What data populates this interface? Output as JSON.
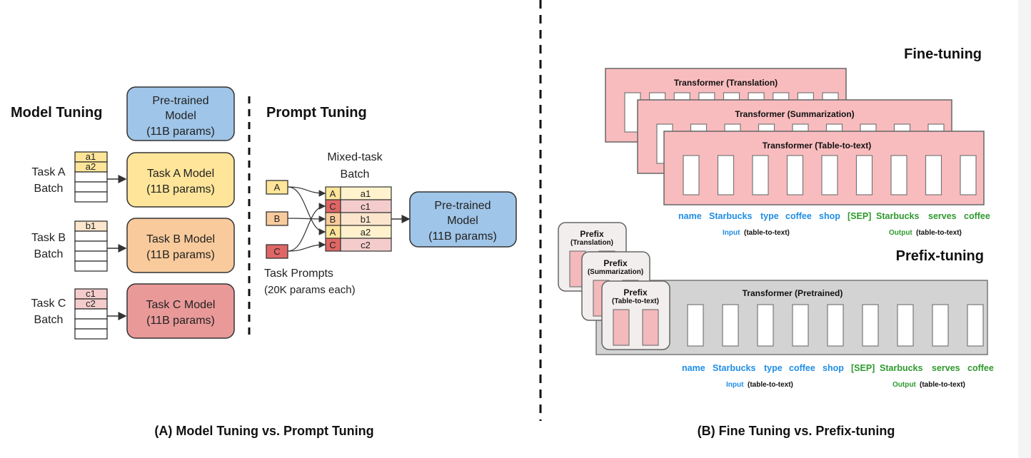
{
  "left": {
    "model_tuning_title": "Model Tuning",
    "prompt_tuning_title": "Prompt Tuning",
    "pretrained_model": [
      "Pre-trained",
      "Model",
      "(11B params)"
    ],
    "tasks": [
      {
        "label": [
          "Task A",
          "Batch"
        ],
        "rows": [
          "a1",
          "a2"
        ],
        "model": [
          "Task A Model",
          "(11B params)"
        ],
        "color": "#ffe599",
        "row_color": "#ffe599"
      },
      {
        "label": [
          "Task B",
          "Batch"
        ],
        "rows": [
          "b1"
        ],
        "model": [
          "Task B Model",
          "(11B params)"
        ],
        "color": "#f9cb9c",
        "row_color": "#fce5cd"
      },
      {
        "label": [
          "Task C",
          "Batch"
        ],
        "rows": [
          "c1",
          "c2"
        ],
        "model": [
          "Task C Model",
          "(11B params)"
        ],
        "color": "#ea9999",
        "row_color": "#f4cccc"
      }
    ],
    "prompts": [
      {
        "label": "A",
        "color": "#ffe599"
      },
      {
        "label": "B",
        "color": "#f9cb9c"
      },
      {
        "label": "C",
        "color": "#e06666"
      }
    ],
    "mixed_batch_title": [
      "Mixed-task",
      "Batch"
    ],
    "mixed_batch_rows": [
      {
        "task": "A",
        "example": "a1",
        "color": "#ffe599",
        "light": "#fff2cc"
      },
      {
        "task": "C",
        "example": "c1",
        "color": "#e06666",
        "light": "#f4cccc"
      },
      {
        "task": "B",
        "example": "b1",
        "color": "#f9cb9c",
        "light": "#fce5cd"
      },
      {
        "task": "A",
        "example": "a2",
        "color": "#ffe599",
        "light": "#fff2cc"
      },
      {
        "task": "C",
        "example": "c2",
        "color": "#e06666",
        "light": "#f4cccc"
      }
    ],
    "task_prompts_label": [
      "Task Prompts",
      "(20K params each)"
    ],
    "caption": "(A) Model Tuning vs. Prompt Tuning"
  },
  "right": {
    "fine_tuning_title": "Fine-tuning",
    "transformers": [
      "Transformer (Translation)",
      "Transformer (Summarization)",
      "Transformer (Table-to-text)"
    ],
    "input_tokens": [
      "name",
      "Starbucks",
      "type",
      "coffee",
      "shop"
    ],
    "output_tokens": [
      "[SEP]",
      "Starbucks",
      "serves",
      "coffee"
    ],
    "input_label": "Input",
    "output_label": "Output",
    "task_note": "(table-to-text)",
    "prefix_tuning_title": "Prefix-tuning",
    "prefixes": [
      {
        "title": "Prefix",
        "task": "(Translation)"
      },
      {
        "title": "Prefix",
        "task": "(Summarization)"
      },
      {
        "title": "Prefix",
        "task": "(Table-to-text)"
      }
    ],
    "pretrained_transformer": "Transformer  (Pretrained)",
    "caption": "(B) Fine Tuning vs. Prefix-tuning",
    "colors": {
      "input": "#1f8ee6",
      "output": "#2e9a2e",
      "finetune": "#f9bcbe",
      "pretrained": "#d3d3d3"
    }
  }
}
